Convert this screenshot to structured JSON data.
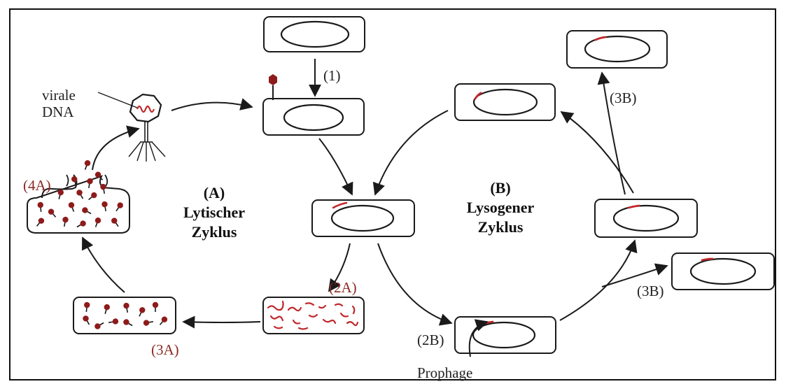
{
  "labels": {
    "viral_dna": [
      "virale",
      "DNA"
    ],
    "step_1": "(1)",
    "step_2a": "(2A)",
    "step_3a": "(3A)",
    "step_4a": "(4A)",
    "step_2b": "(2B)",
    "step_3b_top": "(3B)",
    "step_3b_bottom": "(3B)",
    "prophage": "Prophage"
  },
  "cycles": {
    "lytic": {
      "letter": "(A)",
      "name": [
        "Lytischer",
        "Zyklus"
      ]
    },
    "lysogenic": {
      "letter": "(B)",
      "name": [
        "Lysogener",
        "Zyklus"
      ]
    }
  },
  "colors": {
    "line": "#1a1a1a",
    "dna_red": "#c0282b",
    "phage_red": "#8e1b1b",
    "label_red": "#8a2a24"
  },
  "icons": [
    "bacteriophage-icon",
    "bacterial-cell-icon",
    "viral-dna-fragment-icon"
  ]
}
